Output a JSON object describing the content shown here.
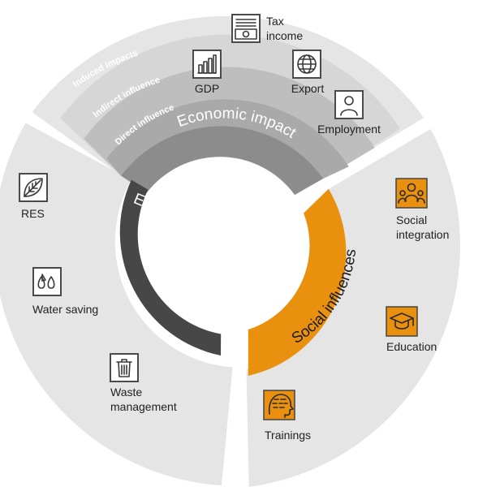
{
  "colors": {
    "ring_light": "#e5e5e5",
    "band_induced": "#d6d6d6",
    "band_indirect": "#bebebe",
    "band_direct": "#a9a9a9",
    "economic": "#8c8c8c",
    "environmental": "#474747",
    "social": "#e9900f"
  },
  "economic": {
    "title": "Economic impact",
    "bands": {
      "induced": "Induced impacts",
      "indirect": "Indirect influence",
      "direct": "Direct influence"
    },
    "items": {
      "tax": [
        "Tax",
        "income"
      ],
      "gdp": "GDP",
      "export": "Export",
      "employment": "Employment"
    }
  },
  "environmental": {
    "title": "Environmental impacts",
    "items": {
      "res": "RES",
      "water": "Water saving",
      "waste": [
        "Waste",
        "management"
      ]
    }
  },
  "social": {
    "title": "Social influences",
    "items": {
      "integration": [
        "Social",
        "integration"
      ],
      "education": "Education",
      "trainings": "Trainings"
    }
  }
}
